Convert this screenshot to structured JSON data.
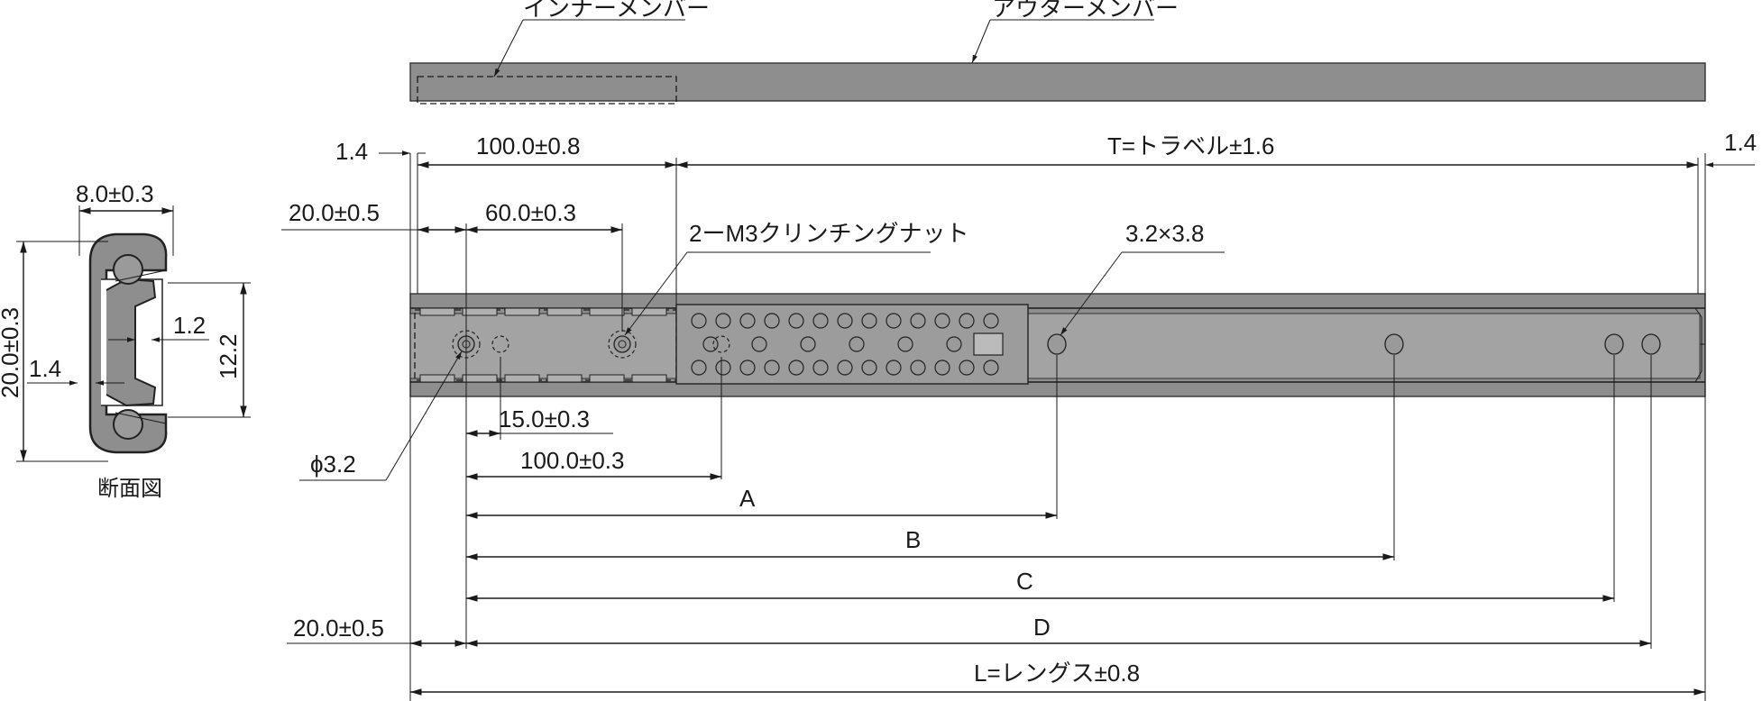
{
  "labels": {
    "inner_member": "インナーメンバー",
    "outer_member": "アウターメンバー",
    "clinch_nut": "2ーM3クリンチングナット",
    "slot": "3.2×3.8",
    "hole_dia": "ϕ3.2",
    "section_view": "断面図",
    "A": "A",
    "B": "B",
    "C": "C",
    "D": "D"
  },
  "dimensions": {
    "left_gap": "1.4",
    "right_gap": "1.4",
    "inner_length": "100.0±0.8",
    "travel": "T=トラベル±1.6",
    "offset_top": "20.0±0.5",
    "nut_pitch": "60.0±0.3",
    "hole_pitch_small": "15.0±0.3",
    "hole_pitch_large": "100.0±0.3",
    "offset_bottom": "20.0±0.5",
    "length": "L=レングス±0.8",
    "section_width": "8.0±0.3",
    "section_height": "20.0±0.3",
    "section_inner_height": "12.2",
    "section_thickness": "1.2",
    "section_wall": "1.4"
  },
  "colors": {
    "rail": "#8e8e8e",
    "line": "#1a1a1a"
  }
}
